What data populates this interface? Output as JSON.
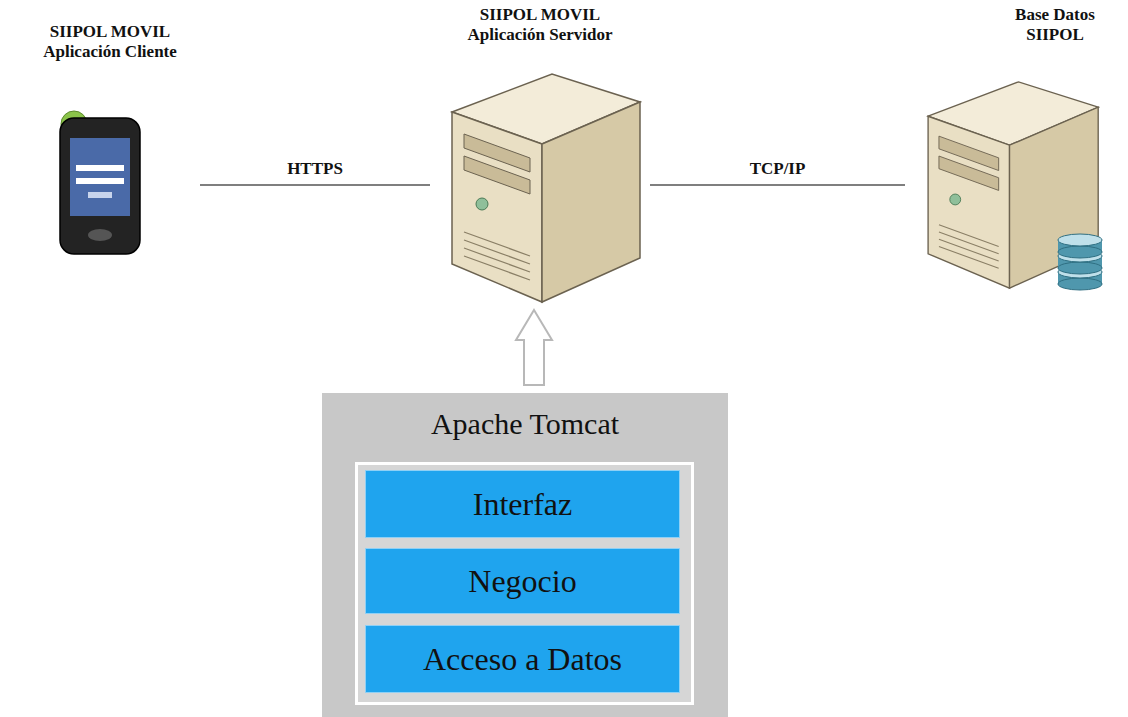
{
  "diagram": {
    "nodes": [
      {
        "text": [
          "SIIPOL MOVIL Aplicación Cliente"
        ]
      },
      {
        "text": [
          "SIIPOL MOVIL Aplicación Servidor"
        ]
      },
      {
        "text": [
          "Base Datos SIIPOL"
        ]
      },
      {
        "text": [
          "Apache Tomcat"
        ]
      },
      {
        "text": [
          "Interfaz"
        ],
        "in": 3
      },
      {
        "text": [
          "Negocio"
        ],
        "in": 3
      },
      {
        "text": [
          "Acceso a Datos"
        ],
        "in": 3
      }
    ],
    "edges": [
      {
        "from": 0,
        "to": 1,
        "label": "HTTPS",
        "arrow": "none"
      },
      {
        "from": 1,
        "to": 2,
        "label": "TCP/IP",
        "arrow": "none"
      },
      {
        "from": 3,
        "to": 1,
        "arrow": "to"
      }
    ]
  }
}
